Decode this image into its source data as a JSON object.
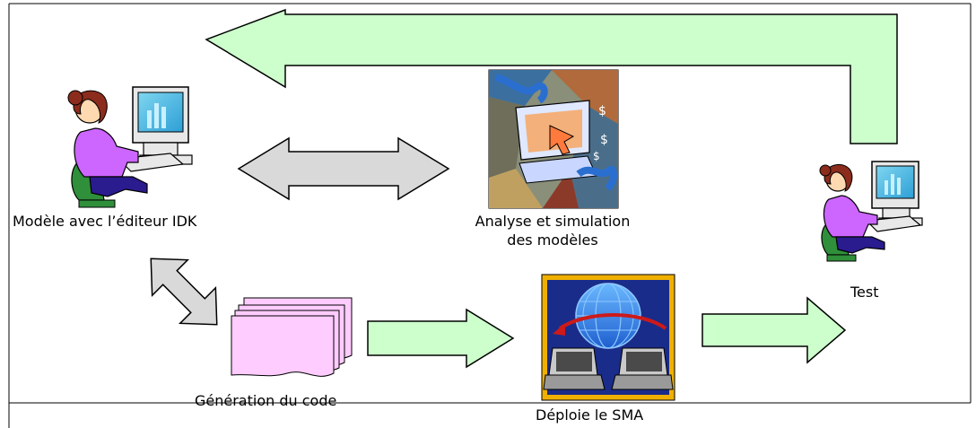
{
  "diagram": {
    "nodes": {
      "modeler": {
        "label": "Modèle avec l’éditeur IDK",
        "icon": "person-at-computer-icon"
      },
      "analysis": {
        "label_line1": "Analyse et simulation",
        "label_line2": "des modèles",
        "icon": "analysis-collage-icon"
      },
      "codegen": {
        "label": "Génération du code",
        "icon": "document-stack-icon"
      },
      "deploy": {
        "label": "Déploie le SMA",
        "icon": "network-computers-icon"
      },
      "test": {
        "label": "Test",
        "icon": "person-at-computer-icon"
      }
    },
    "edges": [
      {
        "from": "test",
        "to": "modeler",
        "type": "single-arrow",
        "color": "#ccffcc"
      },
      {
        "from": "modeler",
        "to": "analysis",
        "type": "double-arrow",
        "color": "#d9d9d9"
      },
      {
        "from": "modeler",
        "to": "codegen",
        "type": "double-arrow",
        "color": "#d9d9d9"
      },
      {
        "from": "codegen",
        "to": "deploy",
        "type": "single-arrow",
        "color": "#ccffcc"
      },
      {
        "from": "deploy",
        "to": "test",
        "type": "single-arrow",
        "color": "#ccffcc"
      }
    ]
  },
  "colors": {
    "feedback_arrow": "#ccffcc",
    "bidirectional_arrow": "#d9d9d9",
    "document": "#ffccff",
    "frame": "#000000"
  }
}
